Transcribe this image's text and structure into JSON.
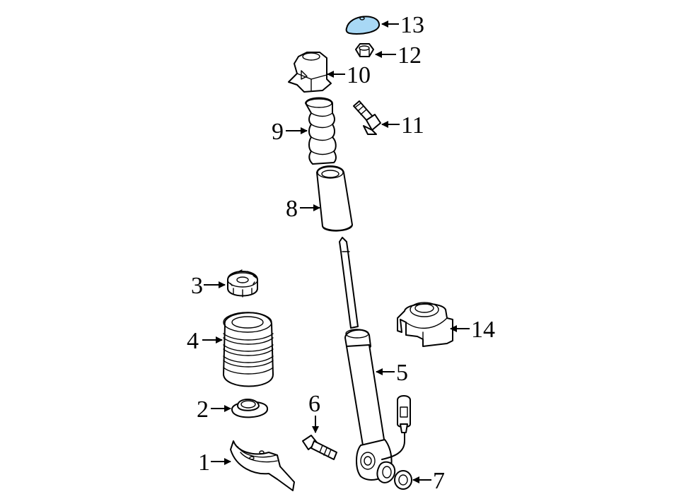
{
  "colors": {
    "highlight": "#a8d8f5",
    "line": "#000000",
    "background": "#ffffff"
  },
  "callouts": [
    {
      "id": "1",
      "label": "1"
    },
    {
      "id": "2",
      "label": "2"
    },
    {
      "id": "3",
      "label": "3"
    },
    {
      "id": "4",
      "label": "4"
    },
    {
      "id": "5",
      "label": "5"
    },
    {
      "id": "6",
      "label": "6"
    },
    {
      "id": "7",
      "label": "7"
    },
    {
      "id": "8",
      "label": "8"
    },
    {
      "id": "9",
      "label": "9"
    },
    {
      "id": "10",
      "label": "10"
    },
    {
      "id": "11",
      "label": "11"
    },
    {
      "id": "12",
      "label": "12"
    },
    {
      "id": "13",
      "label": "13"
    },
    {
      "id": "14",
      "label": "14"
    }
  ],
  "highlighted_part": "13"
}
